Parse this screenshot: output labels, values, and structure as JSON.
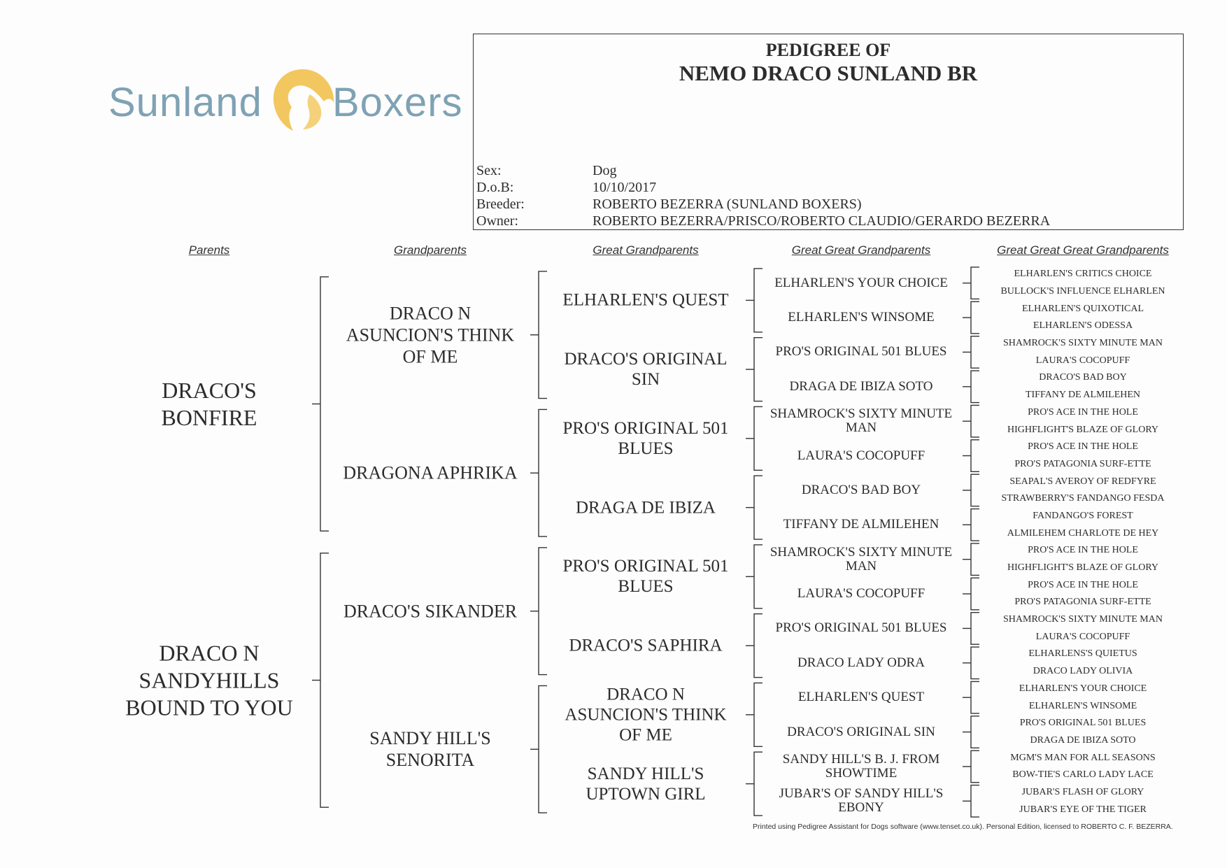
{
  "logo": {
    "left": "Sunland",
    "right": "Boxers",
    "colors": {
      "text": "#7fa2b4",
      "mark": "#f2c14e"
    }
  },
  "header": {
    "title1": "PEDIGREE OF",
    "title2": "NEMO DRACO SUNLAND BR",
    "fields": [
      {
        "label": "Sex:",
        "value": "Dog"
      },
      {
        "label": "D.o.B:",
        "value": "10/10/2017"
      },
      {
        "label": "Breeder:",
        "value": "ROBERTO BEZERRA (SUNLAND BOXERS)"
      },
      {
        "label": "Owner:",
        "value": "ROBERTO BEZERRA/PRISCO/ROBERTO CLAUDIO/GERARDO BEZERRA"
      }
    ]
  },
  "columns": [
    "Parents",
    "Grandparents",
    "Great Grandparents",
    "Great Great Grandparents",
    "Great Great Great Grandparents"
  ],
  "pedigree": {
    "parents": [
      "DRACO'S\nBONFIRE",
      "DRACO N\nSANDYHILLS\nBOUND TO YOU"
    ],
    "grandparents": [
      "DRACO N\nASUNCION'S THINK\nOF ME",
      "DRAGONA APHRIKA",
      "DRACO'S SIKANDER",
      "SANDY HILL'S\nSENORITA"
    ],
    "great_grandparents": [
      "ELHARLEN'S QUEST",
      "DRACO'S ORIGINAL\nSIN",
      "PRO'S ORIGINAL 501\nBLUES",
      "DRAGA DE IBIZA",
      "PRO'S ORIGINAL 501\nBLUES",
      "DRACO'S SAPHIRA",
      "DRACO N\nASUNCION'S THINK\nOF ME",
      "SANDY HILL'S\nUPTOWN GIRL"
    ],
    "great_great_grandparents": [
      "ELHARLEN'S YOUR CHOICE",
      "ELHARLEN'S WINSOME",
      "PRO'S ORIGINAL 501 BLUES",
      "DRAGA DE IBIZA SOTO",
      "SHAMROCK'S SIXTY MINUTE\nMAN",
      "LAURA'S COCOPUFF",
      "DRACO'S BAD BOY",
      "TIFFANY DE ALMILEHEN",
      "SHAMROCK'S SIXTY MINUTE\nMAN",
      "LAURA'S COCOPUFF",
      "PRO'S ORIGINAL 501 BLUES",
      "DRACO LADY ODRA",
      "ELHARLEN'S QUEST",
      "DRACO'S ORIGINAL SIN",
      "SANDY HILL'S B. J. FROM\nSHOWTIME",
      "JUBAR'S OF SANDY HILL'S\nEBONY"
    ],
    "great_great_great_grandparents": [
      "ELHARLEN'S CRITICS CHOICE",
      "BULLOCK'S INFLUENCE ELHARLEN",
      "ELHARLEN'S QUIXOTICAL",
      "ELHARLEN'S ODESSA",
      "SHAMROCK'S SIXTY MINUTE MAN",
      "LAURA'S COCOPUFF",
      "DRACO'S BAD BOY",
      "TIFFANY DE ALMILEHEN",
      "PRO'S ACE IN THE HOLE",
      "HIGHFLIGHT'S BLAZE OF GLORY",
      "PRO'S ACE IN THE HOLE",
      "PRO'S PATAGONIA SURF-ETTE",
      "SEAPAL'S AVEROY OF REDFYRE",
      "STRAWBERRY'S FANDANGO FESDA",
      "FANDANGO'S FOREST",
      "ALMILEHEM CHARLOTE DE HEY",
      "PRO'S ACE IN THE HOLE",
      "HIGHFLIGHT'S BLAZE OF GLORY",
      "PRO'S ACE IN THE HOLE",
      "PRO'S PATAGONIA SURF-ETTE",
      "SHAMROCK'S SIXTY MINUTE MAN",
      "LAURA'S COCOPUFF",
      "ELHARLENS'S QUIETUS",
      "DRACO LADY OLIVIA",
      "ELHARLEN'S YOUR CHOICE",
      "ELHARLEN'S WINSOME",
      "PRO'S ORIGINAL 501 BLUES",
      "DRAGA DE IBIZA SOTO",
      "MGM'S MAN FOR ALL SEASONS",
      "BOW-TIE'S CARLO LADY LACE",
      "JUBAR'S FLASH OF GLORY",
      "JUBAR'S EYE OF THE TIGER"
    ]
  },
  "footer": "Printed using Pedigree Assistant for Dogs software (www.tenset.co.uk). Personal Edition, licensed to ROBERTO C. F. BEZERRA."
}
